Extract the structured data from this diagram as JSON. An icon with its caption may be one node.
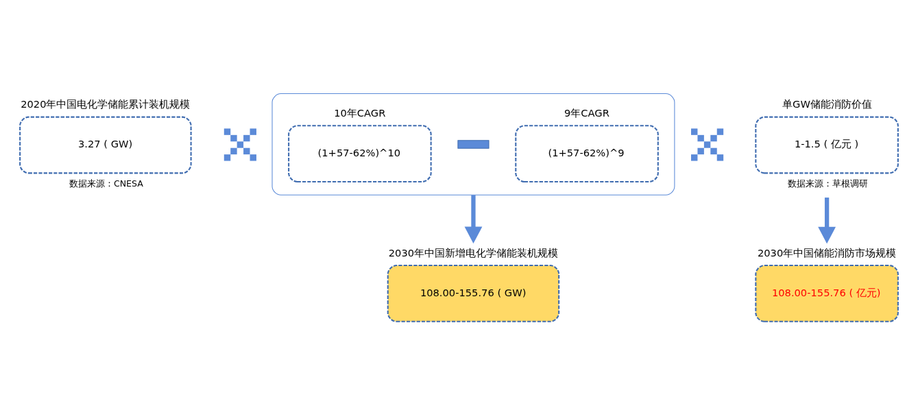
{
  "diagram": {
    "nodes": [
      {
        "text": [
          "2020年中国电化学储能累计装机规模",
          "3.27 ( GW)"
        ],
        "beside": [
          "数据来源：CNESA"
        ]
      },
      {
        "text": [],
        "shape": "cross"
      },
      {
        "text": [],
        "shape": "bracket"
      },
      {
        "text": [
          "10年CAGR",
          "(1+57-62%)^10"
        ],
        "in": 2
      },
      {
        "text": [],
        "shape": "bar",
        "in": 2
      },
      {
        "text": [
          "9年CAGR",
          "(1+57-62%)^9"
        ],
        "in": 2
      },
      {
        "text": [],
        "shape": "cross"
      },
      {
        "text": [
          "单GW储能消防价值",
          "1-1.5 ( 亿元 )"
        ],
        "beside": [
          "数据来源：草根调研"
        ]
      },
      {
        "text": [
          "2030年中国新增电化学储能装机规模",
          "108.00-155.76 ( GW)"
        ]
      },
      {
        "text": [
          "2030年中国储能消防市场规模",
          "108.00-155.76 ( 亿元)"
        ]
      }
    ],
    "edges": [
      {
        "from": 2,
        "to": 8,
        "arrow": "to"
      },
      {
        "from": 7,
        "to": 9,
        "arrow": "to"
      }
    ]
  }
}
